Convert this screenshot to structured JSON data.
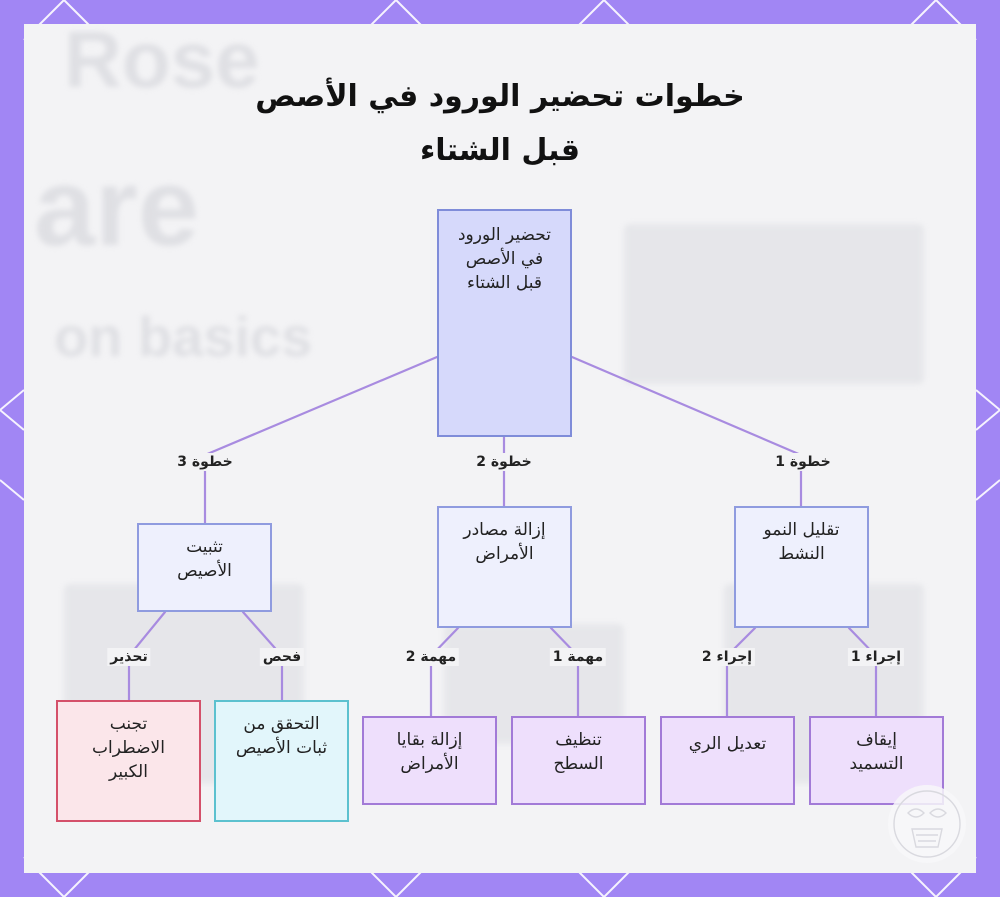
{
  "title_lines": [
    "خطوات تحضير الورود في الأصص",
    "قبل الشتاء"
  ],
  "root": "تحضير الورود في الأصص قبل الشتاء",
  "steps": [
    {
      "edge": "خطوة 3",
      "label": "تثبيت الأصيص"
    },
    {
      "edge": "خطوة 2",
      "label": "إزالة مصادر الأمراض"
    },
    {
      "edge": "خطوة 1",
      "label": "تقليل النمو النشط"
    }
  ],
  "leaves": [
    {
      "edge": "تحذير",
      "label": "تجنب الاضطراب الكبير"
    },
    {
      "edge": "فحص",
      "label": "التحقق من ثبات الأصيص"
    },
    {
      "edge": "مهمة 2",
      "label": "إزالة بقايا الأمراض"
    },
    {
      "edge": "مهمة 1",
      "label": "تنظيف السطح"
    },
    {
      "edge": "إجراء 2",
      "label": "تعديل الري"
    },
    {
      "edge": "إجراء 1",
      "label": "إيقاف التسميد"
    }
  ],
  "background_text": [
    "Rose",
    "are",
    "on basics"
  ],
  "colors": {
    "frame": "#a186f4",
    "root_fill": "#d6d9fb",
    "step_fill": "#eef0fd",
    "sub_fill": "#eedffc",
    "check_fill": "#e2f6fb",
    "warn_fill": "#fbe6ea",
    "edge": "#a88be0"
  }
}
